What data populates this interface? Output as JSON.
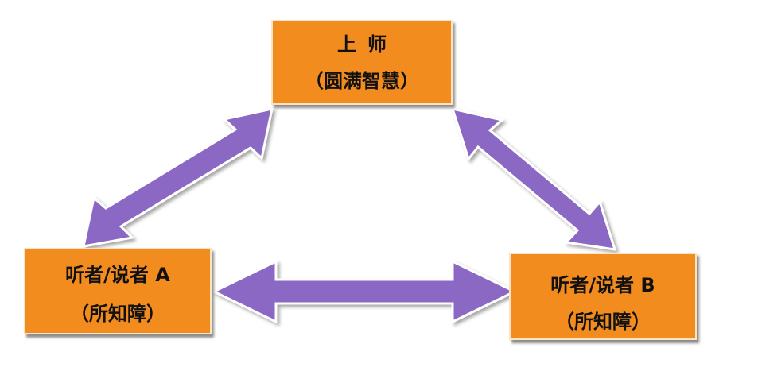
{
  "colors": {
    "box_fill": "#f28c1f",
    "box_border": "#fbe3c4",
    "arrow_fill": "#8a68c4",
    "arrow_outline": "#ffffff"
  },
  "diagram": {
    "top_node": {
      "title": "上师",
      "subtitle": "（圆满智慧）"
    },
    "left_node": {
      "title": "听者/说者 A",
      "subtitle": "（所知障）"
    },
    "right_node": {
      "title": "听者/说者 B",
      "subtitle": "（所知障）"
    },
    "connections": [
      {
        "from": "top_node",
        "to": "left_node",
        "type": "double-arrow"
      },
      {
        "from": "top_node",
        "to": "right_node",
        "type": "double-arrow"
      },
      {
        "from": "left_node",
        "to": "right_node",
        "type": "double-arrow"
      }
    ]
  }
}
